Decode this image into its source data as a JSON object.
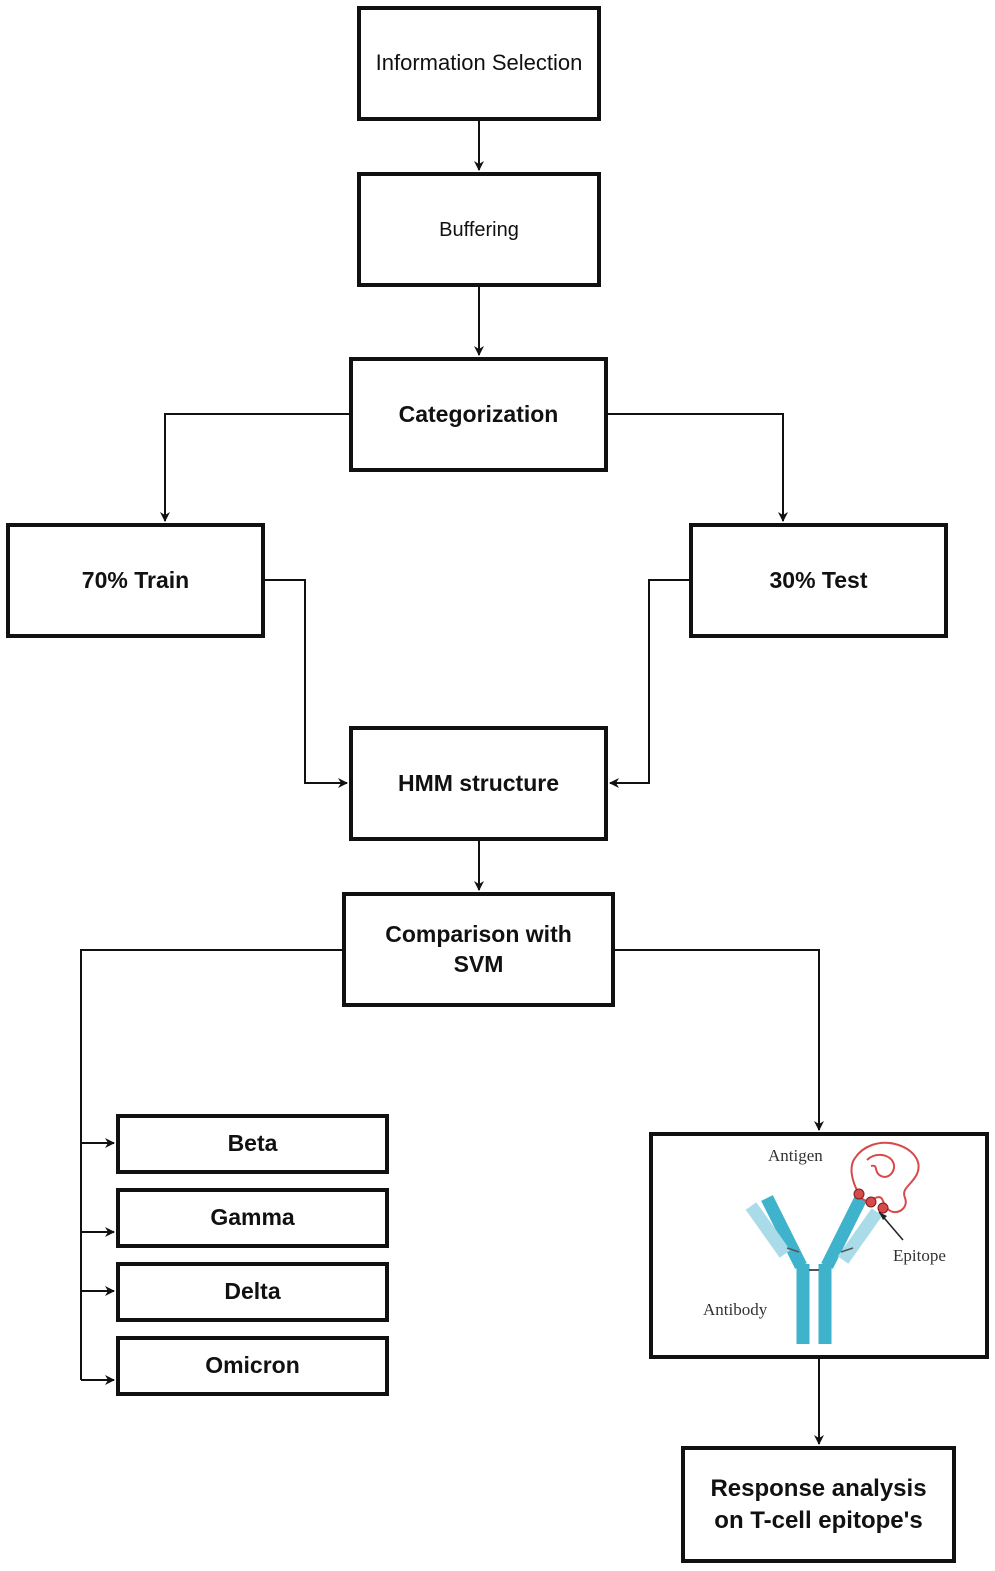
{
  "flowchart": {
    "info_selection": "Information Selection",
    "buffering": "Buffering",
    "categorization": "Categorization",
    "train": "70% Train",
    "test": "30% Test",
    "hmm": "HMM structure",
    "svm_line1": "Comparison with",
    "svm_line2": "SVM",
    "variants": [
      "Beta",
      "Gamma",
      "Delta",
      "Omicron"
    ],
    "response_line1": "Response analysis",
    "response_line2": "on T-cell epitope's"
  },
  "illustration": {
    "antigen_label": "Antigen",
    "epitope_label": "Epitope",
    "antibody_label": "Antibody"
  },
  "colors": {
    "box_border": "#111111",
    "antibody_heavy": "#3fb3cc",
    "antibody_light": "#a9dbe8",
    "antigen": "#d84a4a"
  }
}
